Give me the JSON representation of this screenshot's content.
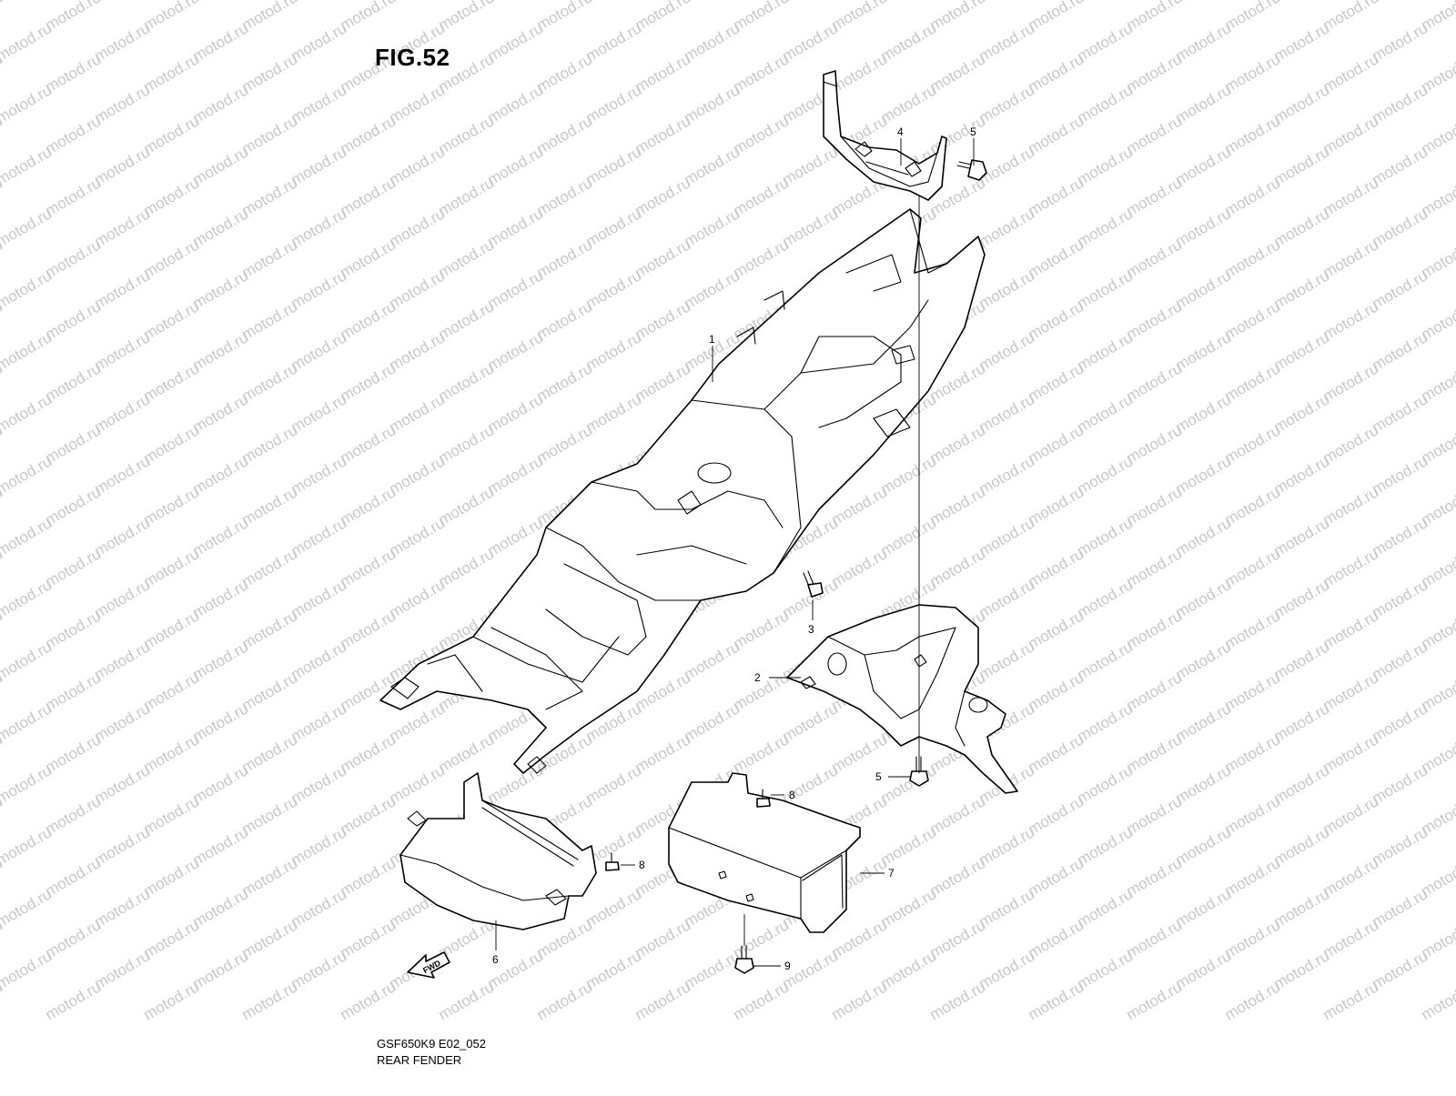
{
  "figure": {
    "title": "FIG.52",
    "code": "GSF650K9 E02_052",
    "name": "REAR FENDER"
  },
  "watermark": {
    "text": "motod.ru",
    "color": "#c8c8c8"
  },
  "fwd_arrow": {
    "label": "FWD"
  },
  "callouts": [
    {
      "id": "c1",
      "label": "1"
    },
    {
      "id": "c2",
      "label": "2"
    },
    {
      "id": "c3",
      "label": "3"
    },
    {
      "id": "c4",
      "label": "4"
    },
    {
      "id": "c5a",
      "label": "5"
    },
    {
      "id": "c5b",
      "label": "5"
    },
    {
      "id": "c6",
      "label": "6"
    },
    {
      "id": "c7",
      "label": "7"
    },
    {
      "id": "c8a",
      "label": "8"
    },
    {
      "id": "c8b",
      "label": "8"
    },
    {
      "id": "c9",
      "label": "9"
    }
  ]
}
